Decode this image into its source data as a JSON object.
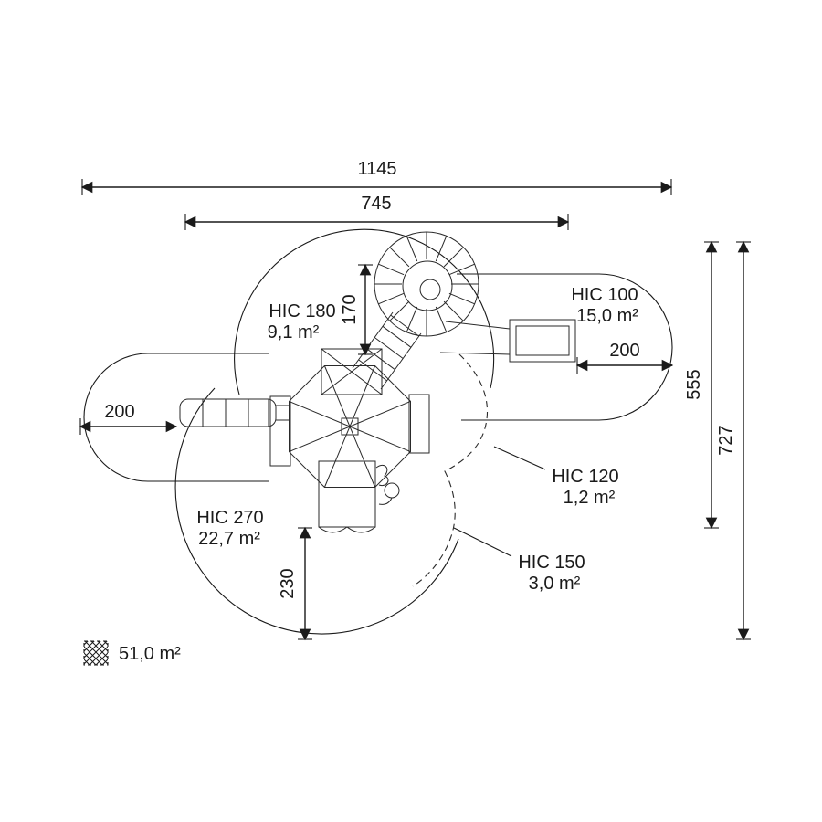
{
  "diagram": {
    "dims": {
      "overall_width": "1145",
      "inner_width": "745",
      "left_offset": "200",
      "right_offset": "200",
      "tube_height": "170",
      "bottom_offset": "230",
      "height_inner": "555",
      "height_overall": "727"
    },
    "zones": {
      "hic180": {
        "name": "HIC 180",
        "area": "9,1 m²"
      },
      "hic100": {
        "name": "HIC 100",
        "area": "15,0 m²"
      },
      "hic120": {
        "name": "HIC 120",
        "area": "1,2 m²"
      },
      "hic150": {
        "name": "HIC 150",
        "area": "3,0 m²"
      },
      "hic270": {
        "name": "HIC 270",
        "area": "22,7 m²"
      }
    },
    "legend": {
      "icon": "hatched-square",
      "total_area": "51,0 m²"
    }
  }
}
